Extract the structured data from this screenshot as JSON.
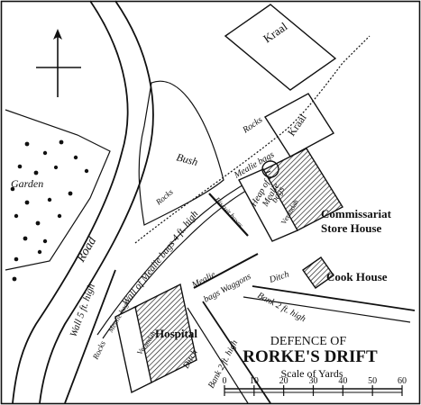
{
  "map": {
    "title_line1": "DEFENCE OF",
    "title_line2": "RORKE'S DRIFT",
    "scale_label": "Scale of Yards",
    "scale_ticks": [
      "0",
      "10",
      "20",
      "30",
      "40",
      "50",
      "60"
    ],
    "labels": {
      "kraal_top": "Kraal",
      "kraal_right": "Kraal",
      "rocks_top": "Rocks",
      "bush": "Bush",
      "garden": "Garden",
      "road": "Road",
      "mealie_bags_top": "Mealie bags",
      "heap_of": "Heap of",
      "mealie": "Mealie",
      "bags": "bags",
      "verandah_store": "Verandah",
      "biscuit_boxes": "Biscuit boxes",
      "commissariat_1": "Commissariat",
      "commissariat_2": "Store House",
      "wall_of_mealie_bags": "Wall of Mealie bags 4 ft. high",
      "rocks_mid": "Rocks",
      "mealie_bags_waggons_1": "Mealie",
      "mealie_bags_waggons_2": "bags Waggons",
      "cook_house": "Cook House",
      "ditch_right": "Ditch",
      "bank_2ft_right": "Bank 2 ft. high",
      "hospital": "Hospital",
      "verandah_hospital": "Verandah",
      "wall_5ft": "Wall 5 ft. high",
      "rocks_left": "Rocks",
      "mealie_bags_left": "Mealie bags",
      "ditch_bottom": "Ditch",
      "bank_2ft_bottom": "Bank 2 ft. high"
    }
  }
}
